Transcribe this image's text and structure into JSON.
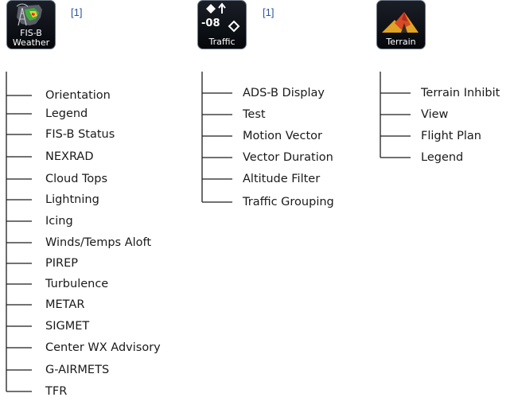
{
  "menus": [
    {
      "id": "fisb",
      "tile": {
        "label_line1": "FIS-B",
        "label_line2": "Weather",
        "icon": "weather-radar-tower-icon"
      },
      "footnote": "[1]",
      "items": [
        "Orientation",
        "Legend",
        "FIS-B Status",
        "NEXRAD",
        "Cloud Tops",
        "Lightning",
        "Icing",
        "Winds/Temps Aloft",
        "PIREP",
        "Turbulence",
        "METAR",
        "SIGMET",
        "Center WX Advisory",
        "G-AIRMETS",
        "TFR"
      ]
    },
    {
      "id": "traffic",
      "tile": {
        "label": "Traffic",
        "altitude": "-08",
        "icon": "traffic-symbol-icon"
      },
      "footnote": "[1]",
      "items": [
        "ADS-B Display",
        "Test",
        "Motion Vector",
        "Vector Duration",
        "Altitude Filter",
        "Traffic Grouping"
      ]
    },
    {
      "id": "terrain",
      "tile": {
        "label": "Terrain",
        "icon": "terrain-mountain-icon"
      },
      "items": [
        "Terrain Inhibit",
        "View",
        "Flight Plan",
        "Legend"
      ]
    }
  ],
  "colors": {
    "footnote": "#2a55a0",
    "tile_background": "#0b0e14",
    "tile_border": "#6d7684",
    "text": "#1a1a1a"
  }
}
